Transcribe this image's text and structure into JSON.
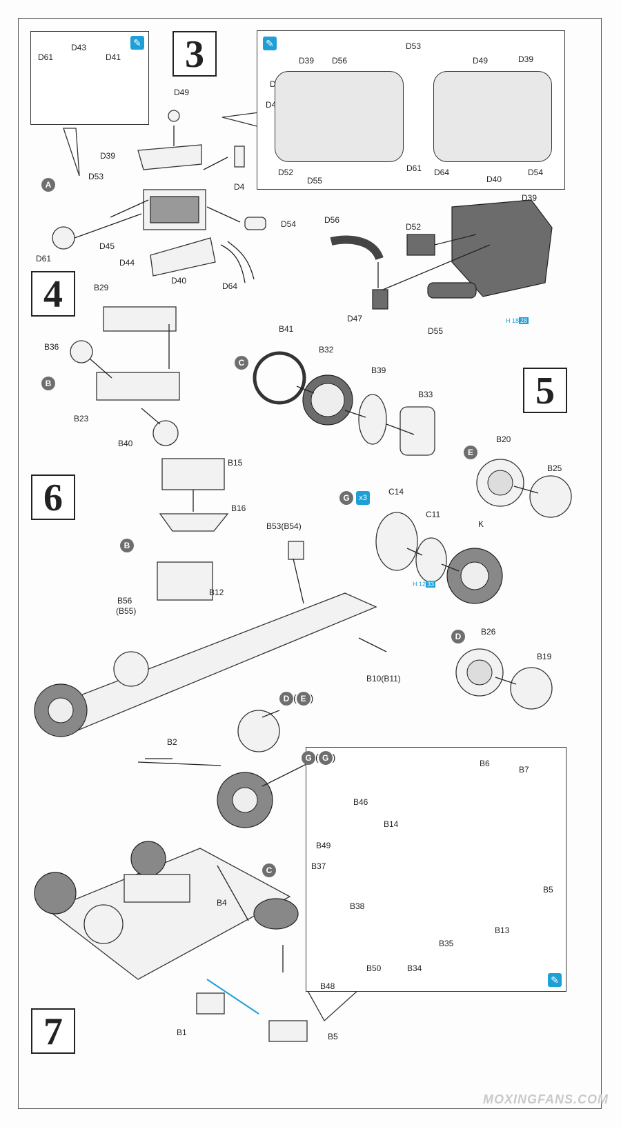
{
  "steps": {
    "s3": "3",
    "s4": "4",
    "s5": "5",
    "s6": "6",
    "s7": "7"
  },
  "step3": {
    "inset_a": [
      "D61",
      "D43",
      "D41"
    ],
    "inset_b": [
      "D53",
      "D39",
      "D56",
      "D4",
      "D47",
      "D52",
      "D55",
      "D61",
      "D49",
      "D39",
      "D64",
      "D40",
      "D54"
    ],
    "main": [
      "D49",
      "D39",
      "D4",
      "A",
      "D53",
      "D54",
      "D45",
      "D44",
      "D61",
      "D40",
      "D64"
    ],
    "sub": [
      "D56",
      "D52",
      "D39",
      "D47",
      "D55"
    ],
    "paint_ref": {
      "prefix": "H",
      "a": "18",
      "b": "28"
    }
  },
  "step4": {
    "labels": [
      "B29",
      "B36",
      "B23",
      "B40",
      "B"
    ]
  },
  "step5": {
    "labels": [
      "C",
      "B41",
      "B32",
      "B39",
      "B33",
      "E",
      "B20",
      "B25",
      "G",
      "C14",
      "C11",
      "K",
      "D",
      "B26",
      "B19"
    ],
    "qty": "x3",
    "paint_ref": {
      "prefix": "H",
      "a": "12",
      "b": "33"
    }
  },
  "step6": {
    "labels": [
      "B15",
      "B16",
      "B53(B54)",
      "B",
      "B56",
      "(B55)",
      "B12",
      "B10(B11)",
      "B2"
    ],
    "callout_d": "D",
    "callout_e": "E",
    "callout_g1": "G",
    "callout_g2": "G"
  },
  "step7": {
    "inset": [
      "B6",
      "B7",
      "B46",
      "B14",
      "B49",
      "B37",
      "B38",
      "B5",
      "B13",
      "B35",
      "B34",
      "B50",
      "B48"
    ],
    "main": [
      "B4",
      "C",
      "B1",
      "B5"
    ]
  },
  "watermark": "MOXINGFANS.COM",
  "colors": {
    "accent": "#1ea0d6",
    "callout": "#6e6e6e",
    "line": "#222222"
  }
}
